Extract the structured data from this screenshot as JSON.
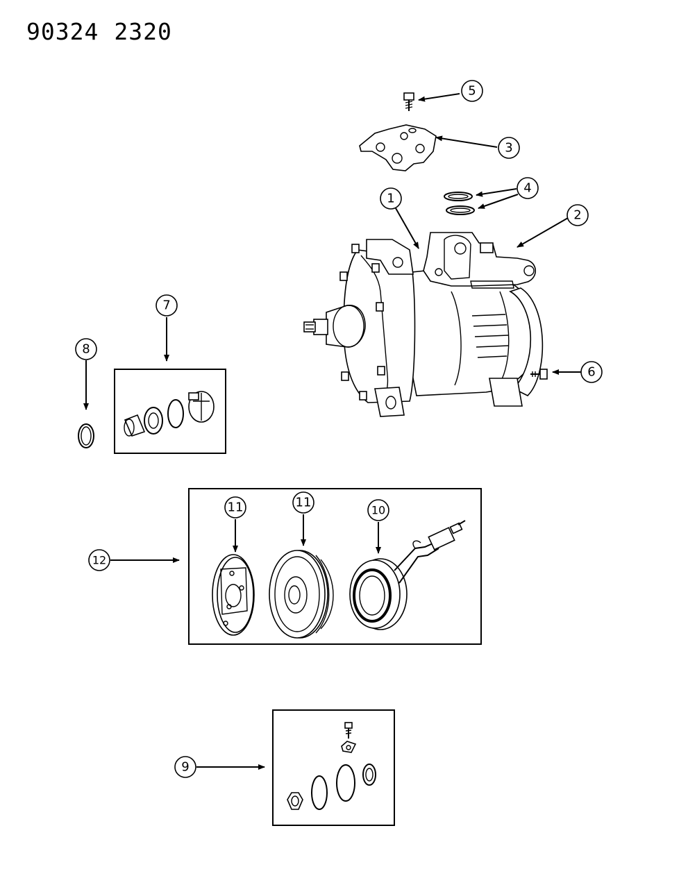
{
  "header": {
    "left_code": "90324",
    "right_code": "2320"
  },
  "callouts": {
    "c1": "1",
    "c2": "2",
    "c3": "3",
    "c4": "4",
    "c5": "5",
    "c6": "6",
    "c7": "7",
    "c8": "8",
    "c9": "9",
    "c10": "10",
    "c11a": "11",
    "c11b": "11",
    "c12": "12"
  }
}
